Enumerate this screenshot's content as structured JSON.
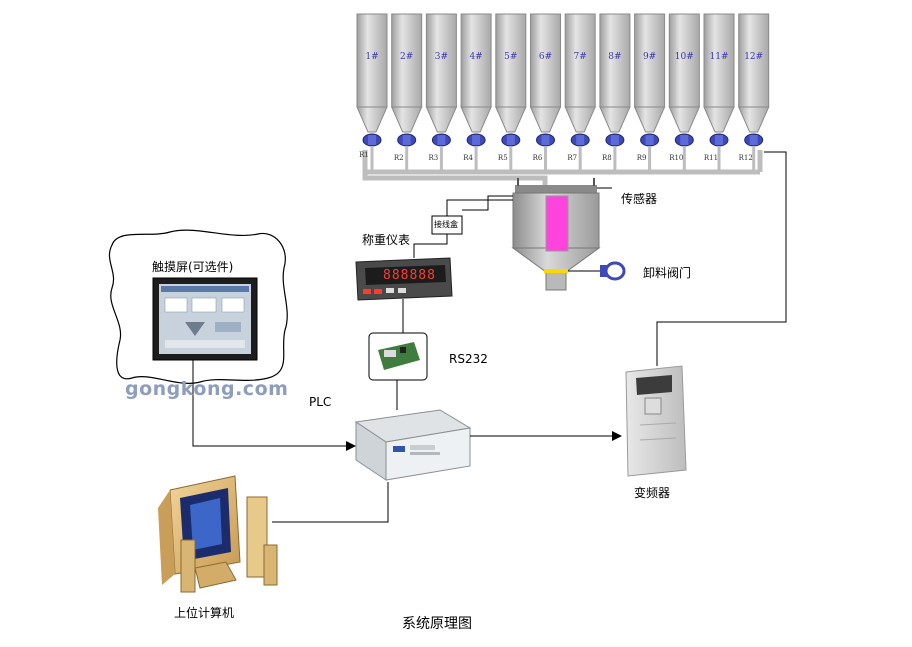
{
  "diagram": {
    "silos": [
      "1#",
      "2#",
      "3#",
      "4#",
      "5#",
      "6#",
      "7#",
      "8#",
      "9#",
      "10#",
      "11#",
      "12#"
    ],
    "valves": [
      "R1",
      "R2",
      "R3",
      "R4",
      "R5",
      "R6",
      "R7",
      "R8",
      "R9",
      "R10",
      "R11",
      "R12"
    ],
    "sensor_label": "传感器",
    "junction_box_label": "接线盒",
    "weighing_instrument_label": "称重仪表",
    "instrument_display": "888888",
    "discharge_valve_label": "卸料阀门",
    "touchscreen_label": "触摸屏(可选件)",
    "rs232_label": "RS232",
    "plc_label": "PLC",
    "inverter_label": "变频器",
    "host_computer_label": "上位计算机",
    "watermark": "gongkong.com",
    "caption": "系统原理图",
    "colors": {
      "silo": "#c9c9c9",
      "hopper_fill": "#ff44dd",
      "line": "#000000",
      "pipe": "#bdbdbd",
      "valve": "#3d49b8",
      "watermark": "#8e9dbb"
    }
  }
}
